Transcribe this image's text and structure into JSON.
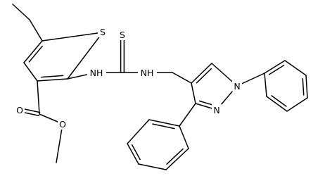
{
  "molecule": {
    "atoms": {
      "S1": "S",
      "S2": "S",
      "N1": "NH",
      "N2": "NH",
      "N3": "N",
      "N4": "N",
      "O1": "O",
      "O2": "O"
    }
  },
  "colors": {
    "bond": "#000000",
    "label": "#000000",
    "background": "#ffffff"
  }
}
